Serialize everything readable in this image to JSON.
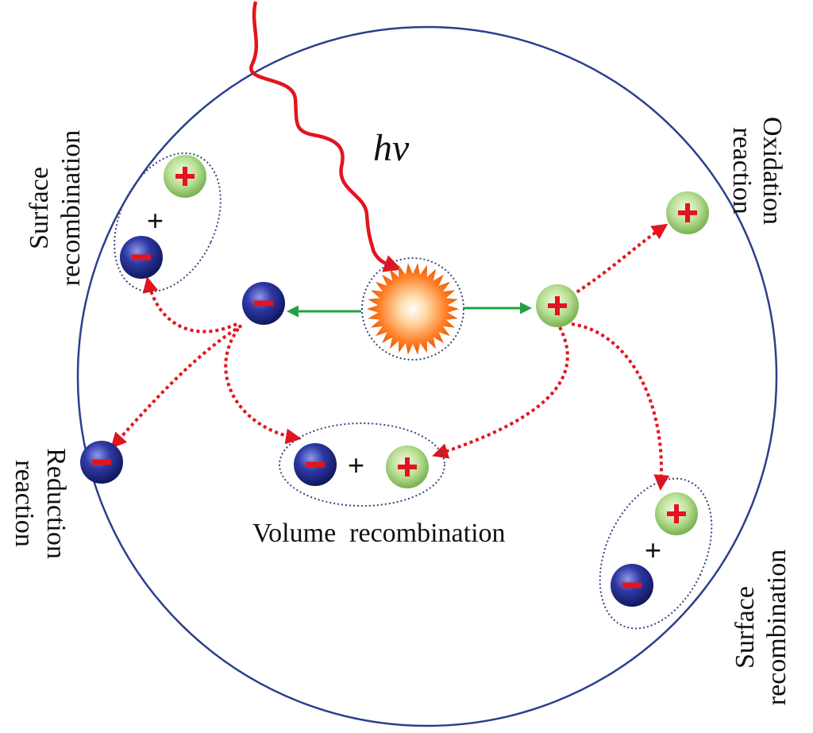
{
  "labels": {
    "photon": "hv",
    "surface_recombination_left_1": "Surface",
    "surface_recombination_left_2": "recombination",
    "oxidation_1": "Oxidation",
    "oxidation_2": "reaction",
    "reduction_1": "Reduction",
    "reduction_2": "reaction",
    "volume_recombination": "Volume  recombination",
    "surface_recombination_right_1": "Surface",
    "surface_recombination_right_2": "recombination",
    "plus_sign": "+"
  },
  "colors": {
    "particle_boundary": "#2b3f8c",
    "photon": "#e3141e",
    "electron": "#1f2a8a",
    "hole": "#8cc26a",
    "charge_sign": "#e3141e",
    "separation_arrow": "#22a045",
    "migration_arrow": "#e3141e",
    "pair_outline": "#37457a"
  },
  "icons": {
    "electron": "electron-minus-sphere",
    "hole": "hole-plus-sphere",
    "excitation": "orange-starburst"
  }
}
